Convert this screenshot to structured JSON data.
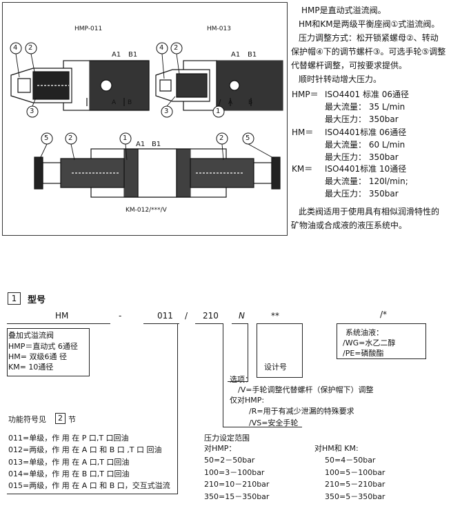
{
  "diagram": {
    "hmp_label": "HMP-011",
    "hm_label": "HM-013",
    "km_label": "KM-012/***/V",
    "callouts": [
      "4",
      "2",
      "3",
      "1",
      "5"
    ],
    "port_a": "A1",
    "port_b": "B1",
    "port_a_small": "A",
    "port_b_small": "B"
  },
  "description": {
    "line1": "HMP是直动式溢流阀。",
    "line2": "HM和KM是两级平衡座阀①式溢流阀。",
    "line3": "压力调整方式：松开锁紧螺母②、转动",
    "line4": "保护帽④下的调节螺杆③。可选手轮⑤调整",
    "line5": "代替螺杆调整，可按要求提供。",
    "line6": "顺时针转动增大压力。",
    "specs": [
      {
        "model": "HMP＝",
        "iso": "ISO4401 标准 06通径",
        "flow": "最大流量：  35 L/min",
        "press": "最大压力：  350bar"
      },
      {
        "model": "HM＝",
        "iso": "ISO4401标准  06通径",
        "flow": "最大流量：  60 L/min",
        "press": "最大压力：  350bar"
      },
      {
        "model": "KM＝",
        "iso": "ISO4401标准  10通径",
        "flow": "最大流量：  120l/min;",
        "press": "最大压力：  350bar"
      }
    ],
    "note1": "此类阀适用于使用具有相似润滑特性的",
    "note2": "矿物油或合成液的液压系统中。"
  },
  "section": {
    "number": "1",
    "title": "型号"
  },
  "code": {
    "hm": "HM",
    "dash": "-",
    "n011": "011",
    "slash": "/",
    "n210": "210",
    "n": "N",
    "stars": "**",
    "tail": "/*"
  },
  "type_box": {
    "l1": "叠加式溢流阀",
    "l2": "HMP＝直动式 6通径",
    "l3": "HM= 双级6通  径",
    "l4": "KM= 10通径"
  },
  "fluid_box": {
    "l1": "系统油液：",
    "l2": "/WG=水乙二醇",
    "l3": "/PE=磷酸酯"
  },
  "design": "设计号",
  "options": {
    "title": "选项：",
    "v": "/V=手轮调整代替螺杆（保护帽下）调整",
    "hmp_only": "仅对HMP:",
    "r": "/R=用于有减少泄漏的特殊要求",
    "vs": "/VS=安全手轮"
  },
  "function": {
    "prefix": "功能符号见",
    "box": "2",
    "suffix": "节",
    "items": [
      "011=单级，作 用 在 P 口,T 口回油",
      "012=两级，作 用 在 A 口 和 B 口 ,T 口 回油",
      "013=单级，作 用 在 A 口,T 口回油",
      "014=单级，作 用 在 B 口,T 口回油",
      "015=两级，作 用 在 A 口 和 B 口，交互式溢流"
    ]
  },
  "pressure": {
    "title": "压力设定范围",
    "hmp_title": "对HMP：",
    "km_title": "对HM和 KM:",
    "hmp": [
      "50=2－50bar",
      "100=3－100bar",
      "210=10－210bar",
      "350=15－350bar"
    ],
    "km": [
      "50=4－50bar",
      "100=5－100bar",
      "210=5－210bar",
      "350=5－350bar"
    ]
  }
}
